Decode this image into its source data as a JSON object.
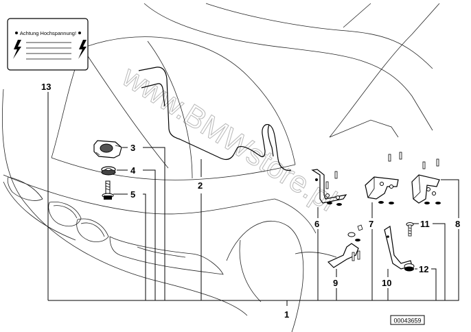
{
  "warning_label": {
    "text": "Achtung Hochspannung!",
    "icon": "lightning-bolt-icon"
  },
  "callouts": [
    "1",
    "2",
    "3",
    "4",
    "5",
    "6",
    "7",
    "8",
    "9",
    "10",
    "11",
    "12",
    "13"
  ],
  "watermark": "www.BMWstore.pl",
  "diagram_id": "00043659"
}
